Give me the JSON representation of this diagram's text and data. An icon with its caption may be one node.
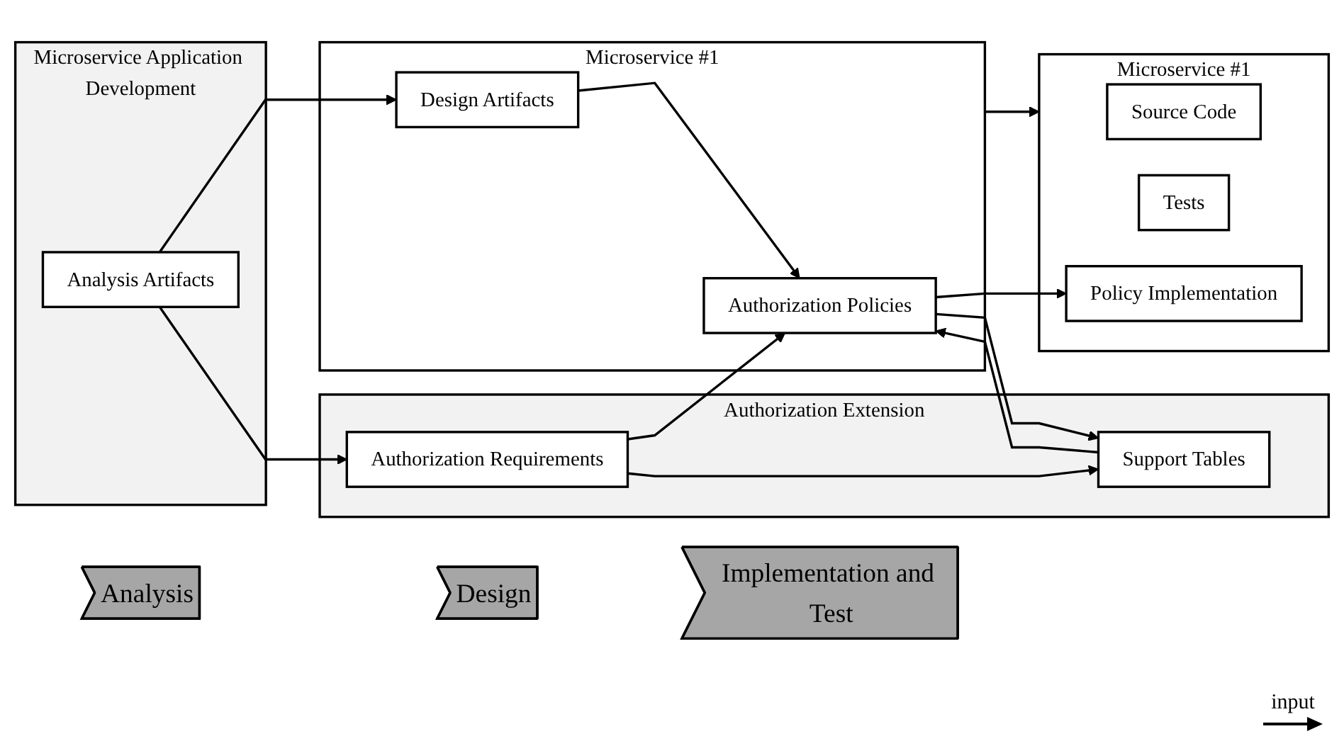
{
  "diagram": {
    "nodes": [
      {
        "text": [
          "Analysis"
        ]
      },
      {
        "text": [
          "Design"
        ]
      },
      {
        "text": [
          "Implementation and Test"
        ]
      },
      {
        "text": [
          "Microservice Application Development"
        ]
      },
      {
        "text": [
          "Analysis Artifacts"
        ],
        "in": 3
      },
      {
        "text": [
          "Microservice #1"
        ]
      },
      {
        "text": [
          "Design Artifacts"
        ],
        "in": 5
      },
      {
        "text": [
          "Microservice #1"
        ]
      },
      {
        "text": [
          "Source Code"
        ],
        "in": 7
      },
      {
        "text": [
          "Tests"
        ],
        "in": 7
      },
      {
        "text": [
          "Authorization Extension"
        ]
      },
      {
        "text": [
          "Authorization Requirements"
        ],
        "in": 10
      },
      {
        "text": [
          "Authorization Policies"
        ],
        "in": 5
      },
      {
        "text": [
          "Policy Implementation"
        ],
        "in": 7
      },
      {
        "text": [
          "Support Tables"
        ],
        "in": 10
      }
    ],
    "edges": [
      {
        "from": 4,
        "to": 6,
        "arrow": "to"
      },
      {
        "from": 5,
        "to": 7,
        "arrow": "to"
      },
      {
        "from": 4,
        "to": 11,
        "arrow": "to"
      },
      {
        "from": 6,
        "to": 12,
        "arrow": "to"
      },
      {
        "from": 11,
        "to": 12,
        "arrow": "to"
      },
      {
        "from": 12,
        "to": 13,
        "arrow": "to"
      },
      {
        "from": 12,
        "to": 14,
        "arrow": "to"
      },
      {
        "from": 14,
        "to": 12,
        "arrow": "to"
      },
      {
        "from": 11,
        "to": 14,
        "arrow": "to"
      }
    ],
    "legend": [
      {
        "text": "input"
      }
    ]
  }
}
